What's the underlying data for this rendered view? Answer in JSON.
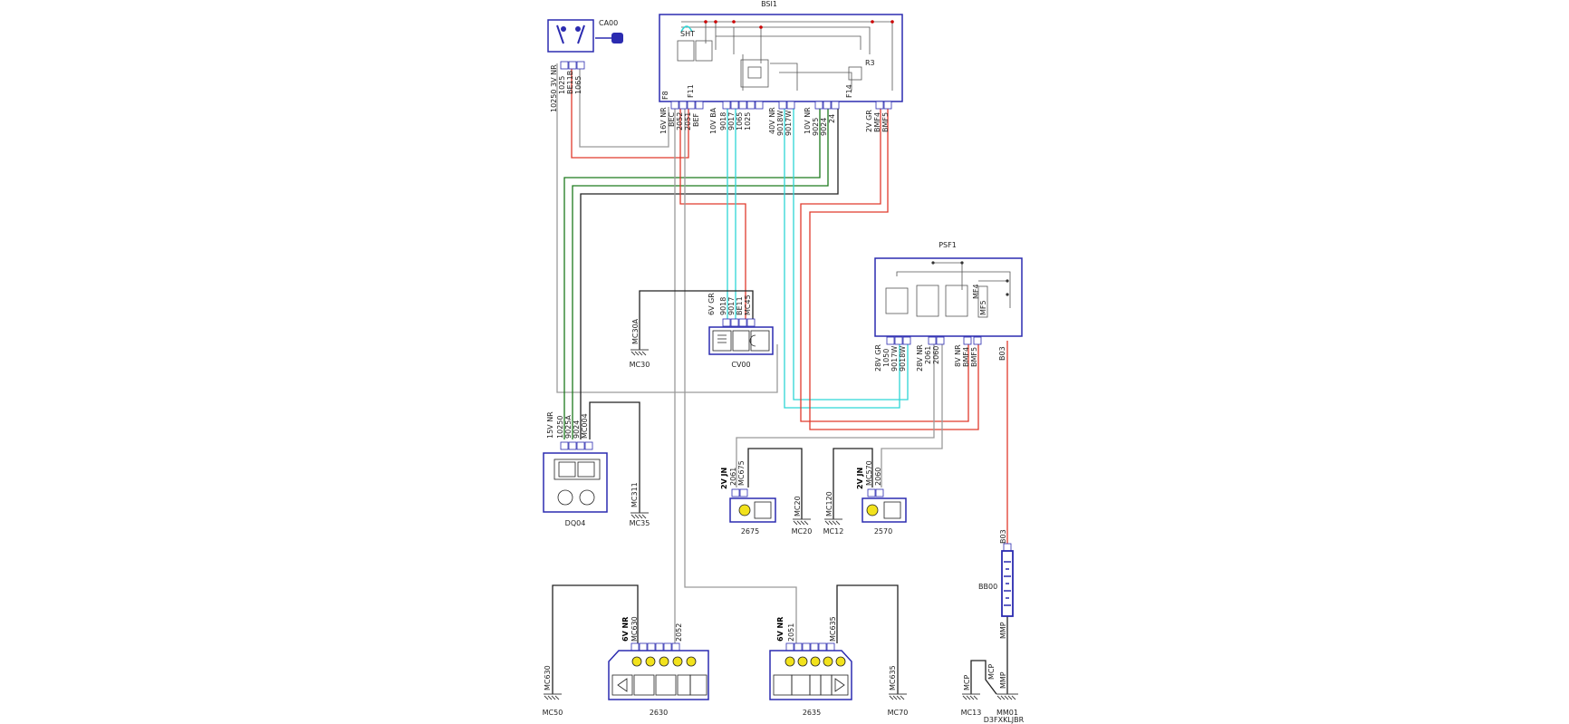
{
  "colors": {
    "box": "#2b2bb0",
    "wire_red": "#e03a2c",
    "wire_cyan": "#2ed6d6",
    "wire_green": "#1d7a1d",
    "wire_gray": "#9a9a9a",
    "wire_black": "#222222",
    "lamp": "#f2e21c"
  },
  "components": {
    "bsi1": "BSI1",
    "ca00": "CA00",
    "psf1": "PSF1",
    "cv00": "CV00",
    "dq04": "DQ04",
    "c2675": "2675",
    "c2570": "2570",
    "c2630": "2630",
    "c2635": "2635",
    "bb00": "BB00"
  },
  "grounds": {
    "mc30": "MC30",
    "mc35": "MC35",
    "mc20": "MC20",
    "mc12": "MC12",
    "mc50": "MC50",
    "mc70": "MC70",
    "mc13": "MC13",
    "mm01": "MM01"
  },
  "bsi1_labels": {
    "shunt": "SHT",
    "f8": "F8",
    "f11": "F11",
    "f14": "F14",
    "r3": "R3",
    "c16v": "16V NR",
    "c10v": "10V BA",
    "c40v": "40V NR",
    "c10v_nr": "10V NR",
    "c2v": "2V GR",
    "w_bec": "BEC",
    "w_2052": "2052",
    "w_2051": "2051",
    "w_bef": "BEF",
    "w_9018": "9018",
    "w_9017": "9017",
    "w_1065": "1065",
    "w_1025": "1025",
    "w_9018w": "9018W",
    "w_9017w": "9017W",
    "w_9025": "9025",
    "w_9024": "9024",
    "w_bmf4": "BMF4",
    "w_bmf5": "BMF5",
    "w_24": "24"
  },
  "ca00_labels": {
    "connector": "10250 3V NR",
    "w1": "1025",
    "w2": "BE11B",
    "w3": "1065"
  },
  "cv00_labels": {
    "connector": "6V GR",
    "w1": "9018",
    "w2": "9017",
    "w3": "BE11",
    "w4": "MC45",
    "ground_wire": "MC30A"
  },
  "psf1_labels": {
    "mf4": "MF4",
    "mf5": "MF5",
    "c28v_gr": "28V GR",
    "c28v_nr": "28V NR",
    "c8v": "8V NR",
    "w_1050": "1050",
    "w_9017w": "9017W",
    "w_9018w": "9018W",
    "w_2061": "2061",
    "w_2060": "2060",
    "w_bmf4": "BMF4",
    "w_bmf5": "BMF5",
    "w_b03": "B03"
  },
  "dq04_labels": {
    "connector": "15V NR",
    "w1": "10250",
    "w2": "9025A",
    "w3": "9024",
    "w4": "MC004",
    "ground_wire": "MC311"
  },
  "c2675_labels": {
    "connector": "2V JN",
    "w1": "2061",
    "w2": "MC675",
    "ground_wire": "MC20"
  },
  "c2570_labels": {
    "connector": "2V JN",
    "w1": "2060",
    "w2": "MC570",
    "ground_wire": "MC120"
  },
  "c2630_labels": {
    "connector": "6V NR",
    "w1": "MC630",
    "w2": "2052",
    "ground_wire": "MC630"
  },
  "c2635_labels": {
    "connector": "6V NR",
    "w1": "2051",
    "w2": "MC635",
    "ground_wire": "MC635"
  },
  "bb00_labels": {
    "top": "B03",
    "bottom": "MMP",
    "mc13_wire": "MCP",
    "mm01_wire1": "MCP",
    "mm01_wire2": "MMP"
  },
  "footer_code": "D3FXKLJBR"
}
